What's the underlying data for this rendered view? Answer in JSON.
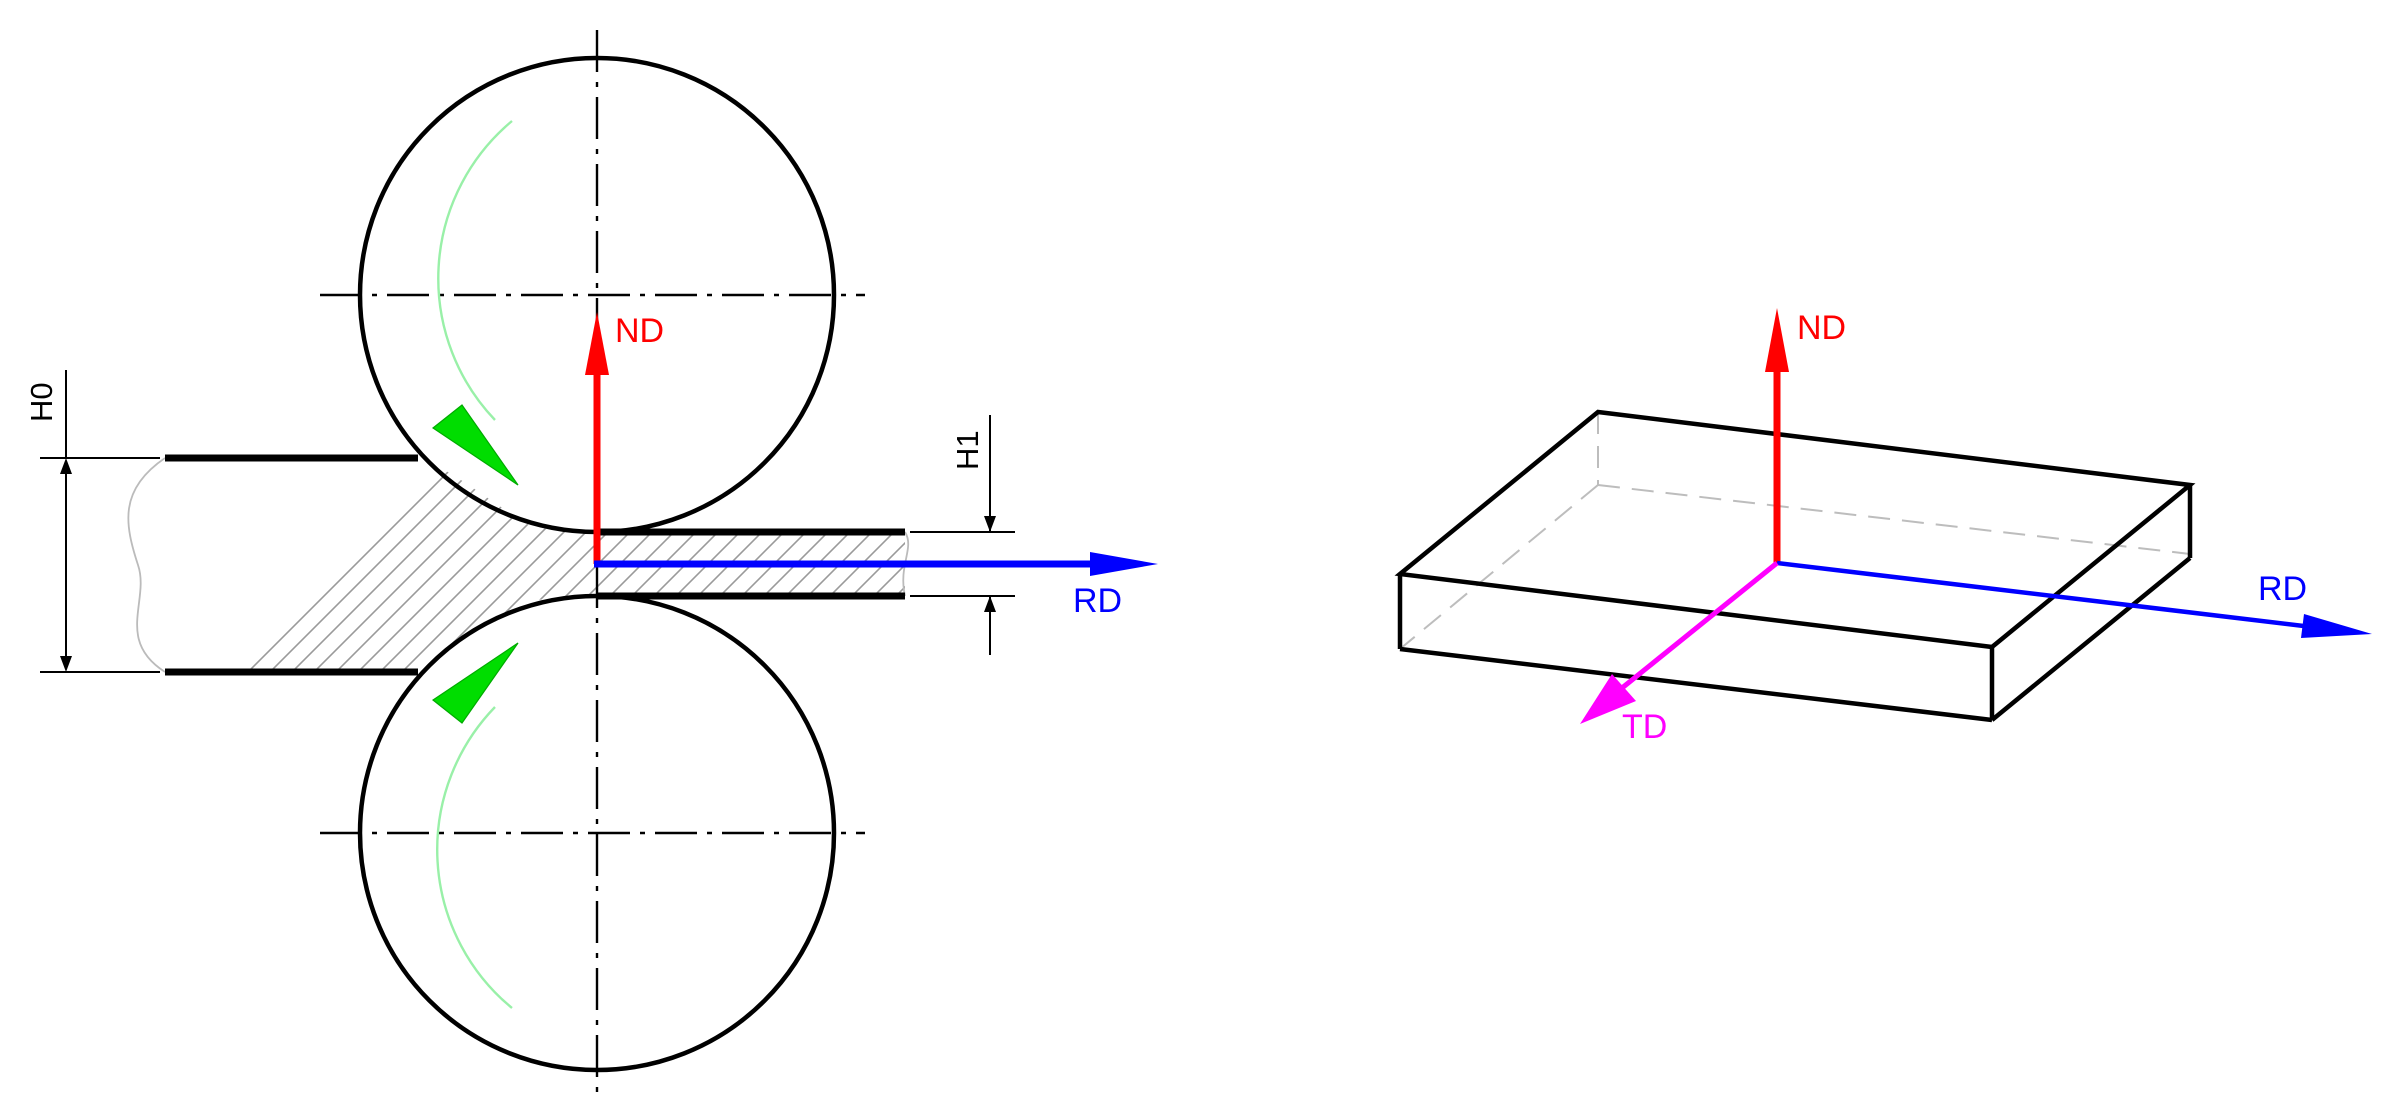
{
  "colors": {
    "nd": "#ff0000",
    "rd": "#0000ff",
    "td": "#ff00ff",
    "rotation": "#00dd00"
  },
  "rolling": {
    "axis_nd": "ND",
    "axis_rd": "RD",
    "dim_h0": "H0",
    "dim_h1": "H1"
  },
  "sheet": {
    "axis_nd": "ND",
    "axis_rd": "RD",
    "axis_td": "TD"
  }
}
